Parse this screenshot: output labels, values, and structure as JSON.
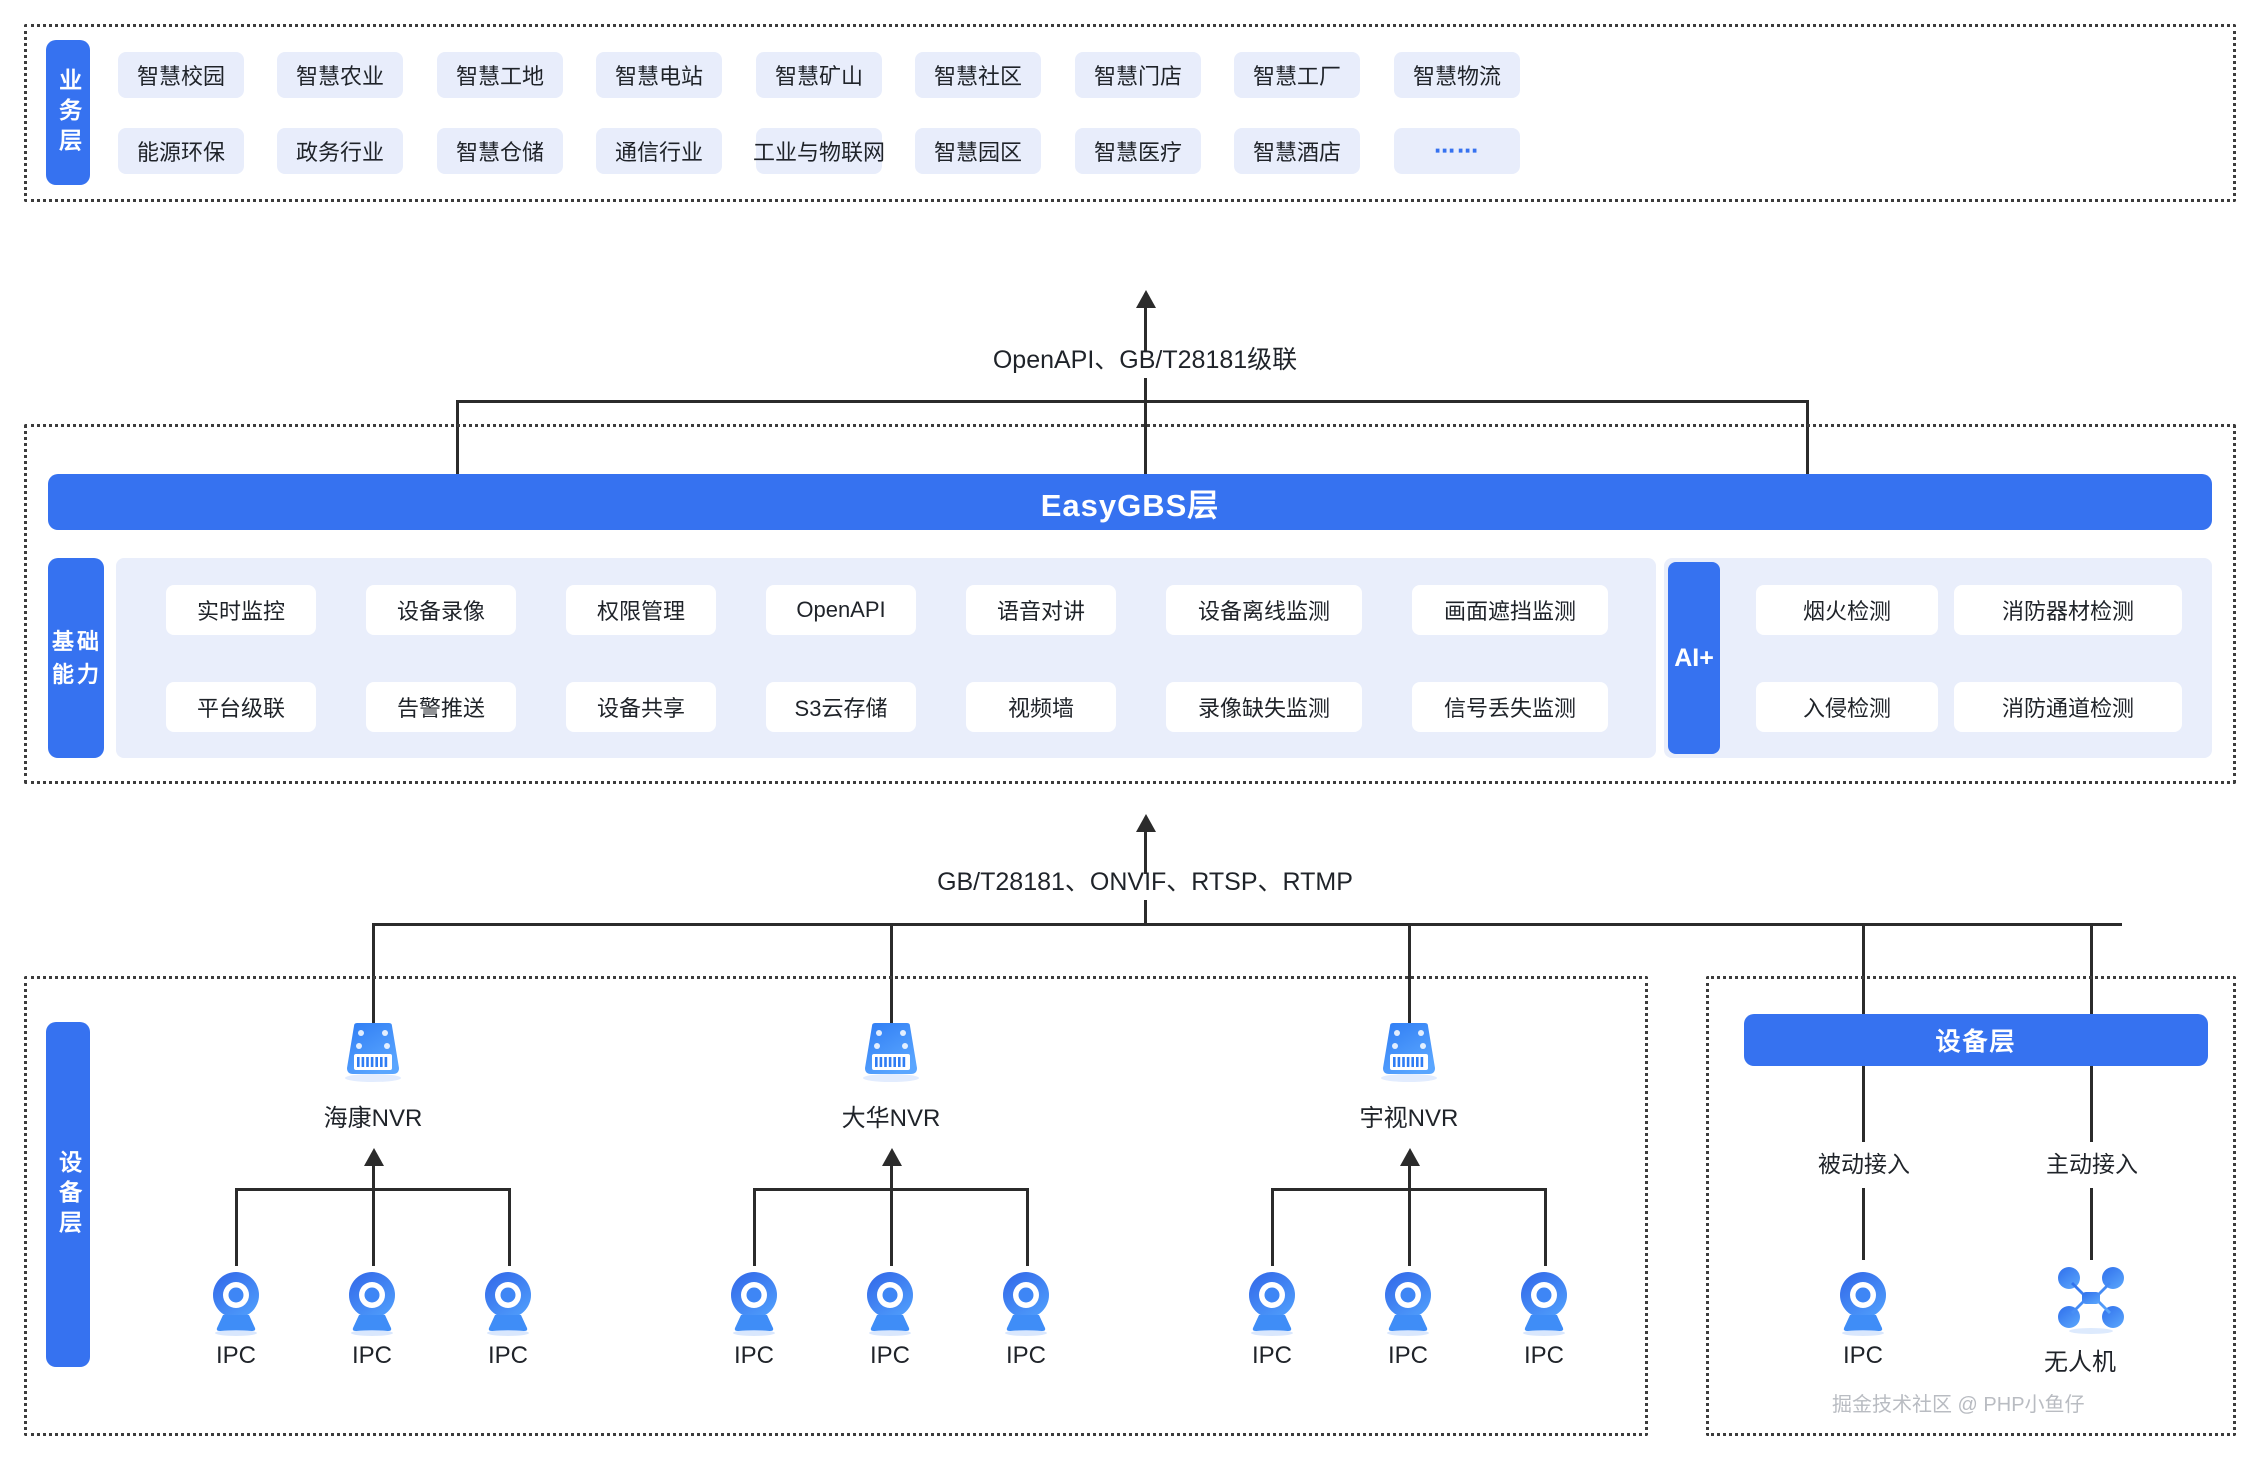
{
  "business_layer": {
    "side_label": "业务层",
    "row1": [
      "智慧校园",
      "智慧农业",
      "智慧工地",
      "智慧电站",
      "智慧矿山",
      "智慧社区",
      "智慧门店",
      "智慧工厂",
      "智慧物流"
    ],
    "row2": [
      "能源环保",
      "政务行业",
      "智慧仓储",
      "通信行业",
      "工业与物联网",
      "智慧园区",
      "智慧医疗",
      "智慧酒店",
      "⋯⋯"
    ]
  },
  "connector_top": {
    "label": "OpenAPI、GB/T28181级联"
  },
  "platform_layer": {
    "title": "EasyGBS层",
    "side_label": "基础能力",
    "side_label_chars": [
      "基",
      "础",
      "能",
      "力"
    ],
    "capabilities_row1": [
      "实时监控",
      "设备录像",
      "权限管理",
      "OpenAPI",
      "语音对讲",
      "设备离线监测",
      "画面遮挡监测"
    ],
    "capabilities_row2": [
      "平台级联",
      "告警推送",
      "设备共享",
      "S3云存储",
      "视频墙",
      "录像缺失监测",
      "信号丢失监测"
    ],
    "ai": {
      "label": "AI+",
      "row1": [
        "烟火检测",
        "消防器材检测"
      ],
      "row2": [
        "入侵检测",
        "消防通道检测"
      ]
    }
  },
  "connector_bottom": {
    "label": "GB/T28181、ONVIF、RTSP、RTMP"
  },
  "device_layer_left": {
    "side_label": "设备层",
    "nvrs": [
      {
        "name": "海康NVR",
        "icon": "nvr-icon",
        "children": [
          "IPC",
          "IPC",
          "IPC"
        ]
      },
      {
        "name": "大华NVR",
        "icon": "nvr-icon",
        "children": [
          "IPC",
          "IPC",
          "IPC"
        ]
      },
      {
        "name": "宇视NVR",
        "icon": "nvr-icon",
        "children": [
          "IPC",
          "IPC",
          "IPC"
        ]
      }
    ]
  },
  "device_layer_right": {
    "title": "设备层",
    "branches": [
      {
        "mode": "被动接入",
        "device": "IPC",
        "icon": "camera-icon"
      },
      {
        "mode": "主动接入",
        "device": "无人机",
        "icon": "drone-icon"
      }
    ]
  },
  "watermark": {
    "text": "掘金技术社区 @ PHP小鱼仔"
  },
  "colors": {
    "brand_blue": "#3672f0",
    "chip_bg": "#e8edfb",
    "panel_bg": "#e9eefb",
    "line": "#2b2b2b"
  }
}
